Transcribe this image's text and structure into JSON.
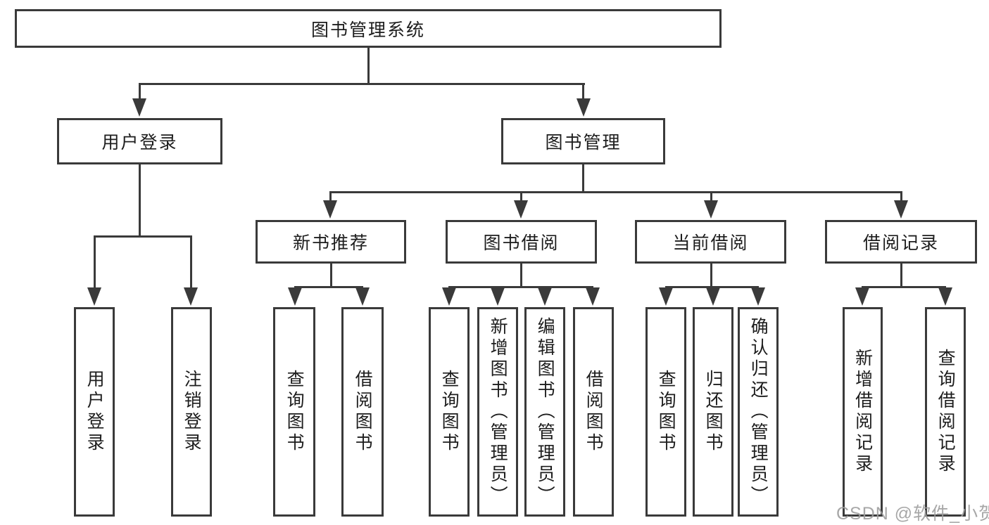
{
  "tree": {
    "label": "图书管理系统",
    "children": [
      {
        "label": "用户登录",
        "children": [
          {
            "label": "用户登录"
          },
          {
            "label": "注销登录"
          }
        ]
      },
      {
        "label": "图书管理",
        "children": [
          {
            "label": "新书推荐",
            "children": [
              {
                "label": "查询图书"
              },
              {
                "label": "借阅图书"
              }
            ]
          },
          {
            "label": "图书借阅",
            "children": [
              {
                "label": "查询图书"
              },
              {
                "label": "新增图书（管理员）"
              },
              {
                "label": "编辑图书（管理员）"
              },
              {
                "label": "借阅图书"
              }
            ]
          },
          {
            "label": "当前借阅",
            "children": [
              {
                "label": "查询图书"
              },
              {
                "label": "归还图书"
              },
              {
                "label": "确认归还（管理员）"
              }
            ]
          },
          {
            "label": "借阅记录",
            "children": [
              {
                "label": "新增借阅记录"
              },
              {
                "label": "查询借阅记录"
              }
            ]
          }
        ]
      }
    ]
  },
  "watermark": {
    "text": "CSDN @软件_小贺同学"
  },
  "colors": {
    "line": "#3a3a3a",
    "text": "#1d1d1d",
    "watermark": "#9e9e9e",
    "background": "#ffffff"
  }
}
